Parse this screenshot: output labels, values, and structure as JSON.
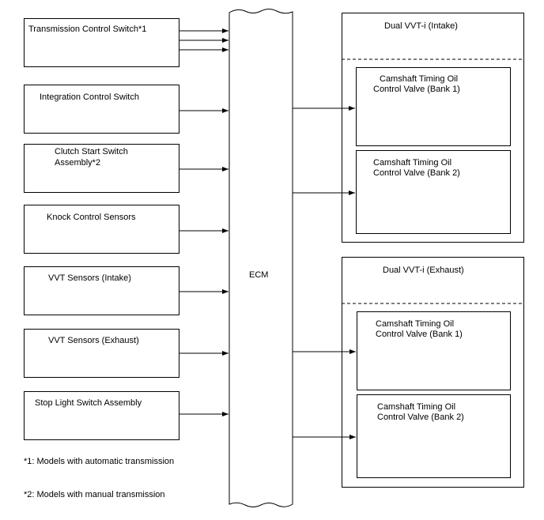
{
  "inputs": [
    {
      "label": "Transmission Control Switch*1"
    },
    {
      "label": "Integration Control Switch"
    },
    {
      "label": "Clutch Start Switch",
      "label2": "Assembly*2"
    },
    {
      "label": "Knock Control Sensors"
    },
    {
      "label": "VVT Sensors (Intake)"
    },
    {
      "label": "VVT Sensors (Exhaust)"
    },
    {
      "label": "Stop Light Switch Assembly"
    }
  ],
  "ecm": {
    "label": "ECM"
  },
  "outputs": [
    {
      "title": "Dual VVT-i (Intake)",
      "valves": [
        {
          "line1": "Camshaft Timing Oil",
          "line2": "Control Valve (Bank 1)"
        },
        {
          "line1": "Camshaft Timing Oil",
          "line2": "Control Valve (Bank 2)"
        }
      ]
    },
    {
      "title": "Dual VVT-i (Exhaust)",
      "valves": [
        {
          "line1": "Camshaft Timing Oil",
          "line2": "Control Valve (Bank 1)"
        },
        {
          "line1": "Camshaft Timing Oil",
          "line2": "Control Valve (Bank 2)"
        }
      ]
    }
  ],
  "notes": [
    "*1: Models with automatic transmission",
    "*2: Models with manual transmission"
  ]
}
